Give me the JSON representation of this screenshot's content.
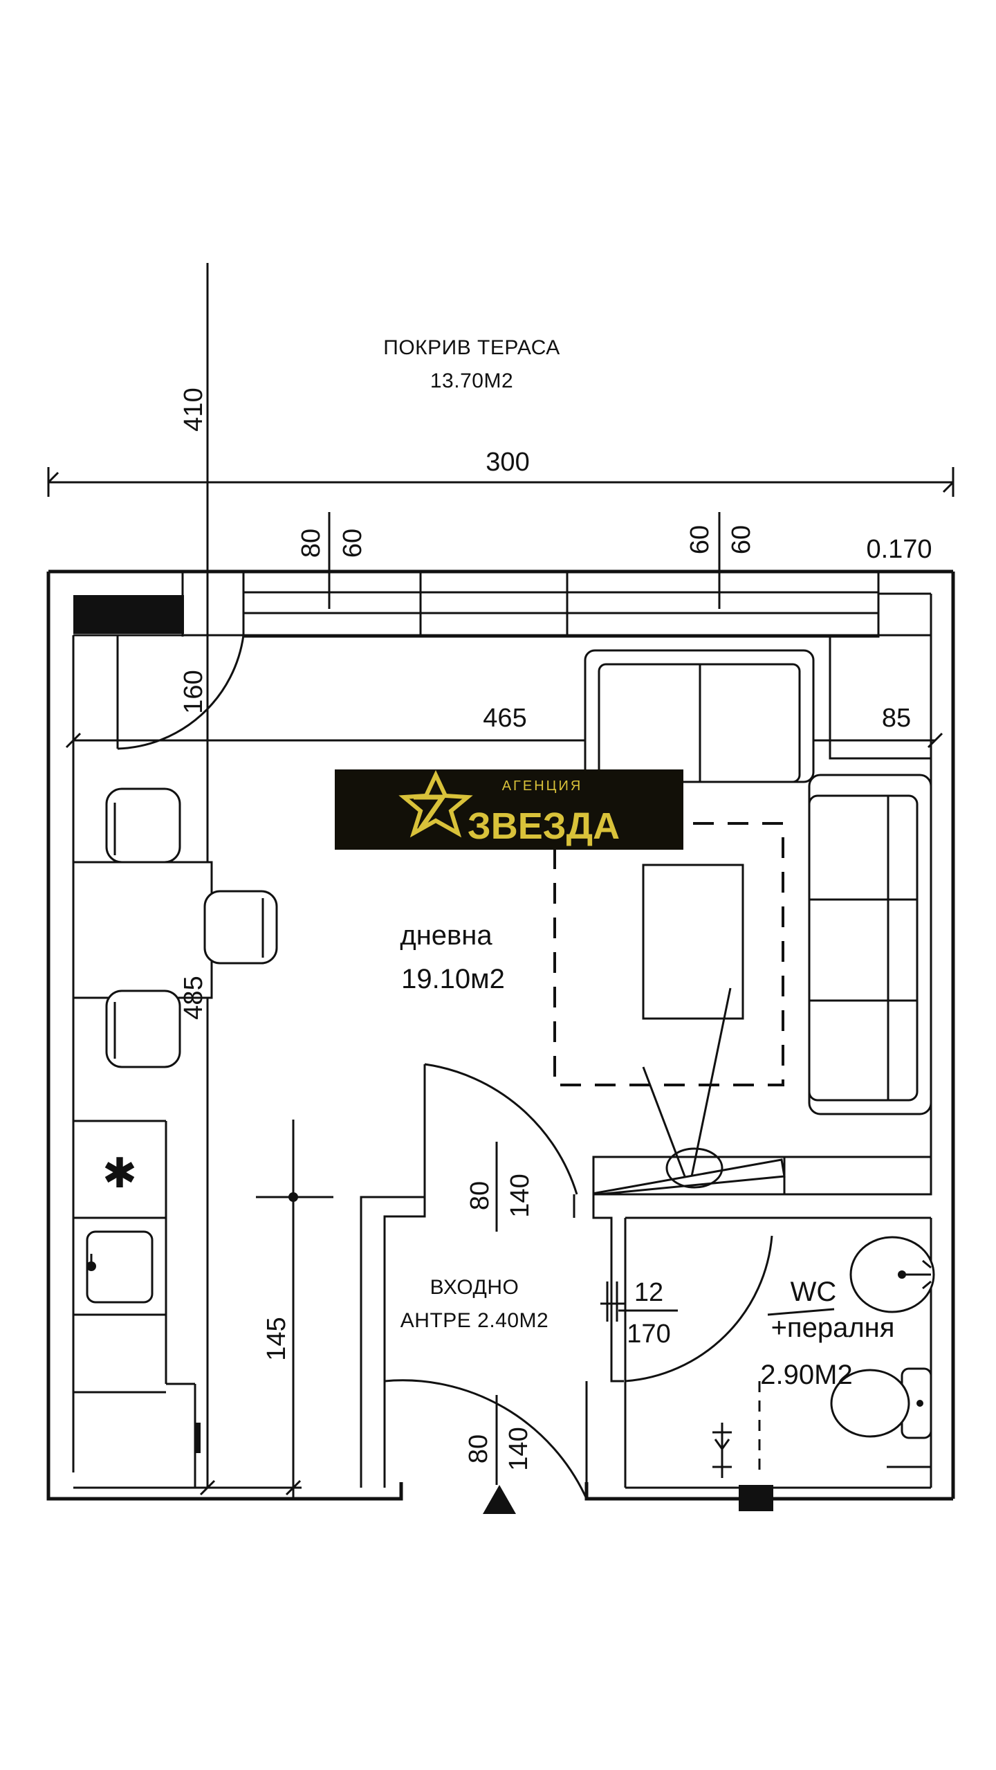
{
  "labels": {
    "roof_terrace": "ПОКРИВ ТЕРАСА",
    "roof_terrace_area": "13.70M2",
    "living_room": "дневна",
    "living_room_area": "19.10м2",
    "entrance": "ВХОДНО",
    "entrance_area": "АНТРЕ 2.40M2",
    "wc": "WC",
    "laundry": "+пералня",
    "wc_area": "2.90M2"
  },
  "dimensions": {
    "d410": "410",
    "d300": "300",
    "d80_top": "80",
    "d60_top": "60",
    "d60_right_a": "60",
    "d60_right_b": "60",
    "d0170": "0.170",
    "d160": "160",
    "d465": "465",
    "d85": "85",
    "d485": "485",
    "d80_door": "80",
    "d140_door": "140",
    "d12": "12",
    "d170": "170",
    "d145": "145",
    "d80_entry": "80",
    "d140_entry": "140"
  },
  "logo": {
    "line1": "АГЕНЦИЯ",
    "line2": "ЗВЕЗДА",
    "color_bg": "#121008",
    "color_gold": "#d9c23a"
  },
  "colors": {
    "ink": "#111111",
    "background": "#ffffff"
  }
}
